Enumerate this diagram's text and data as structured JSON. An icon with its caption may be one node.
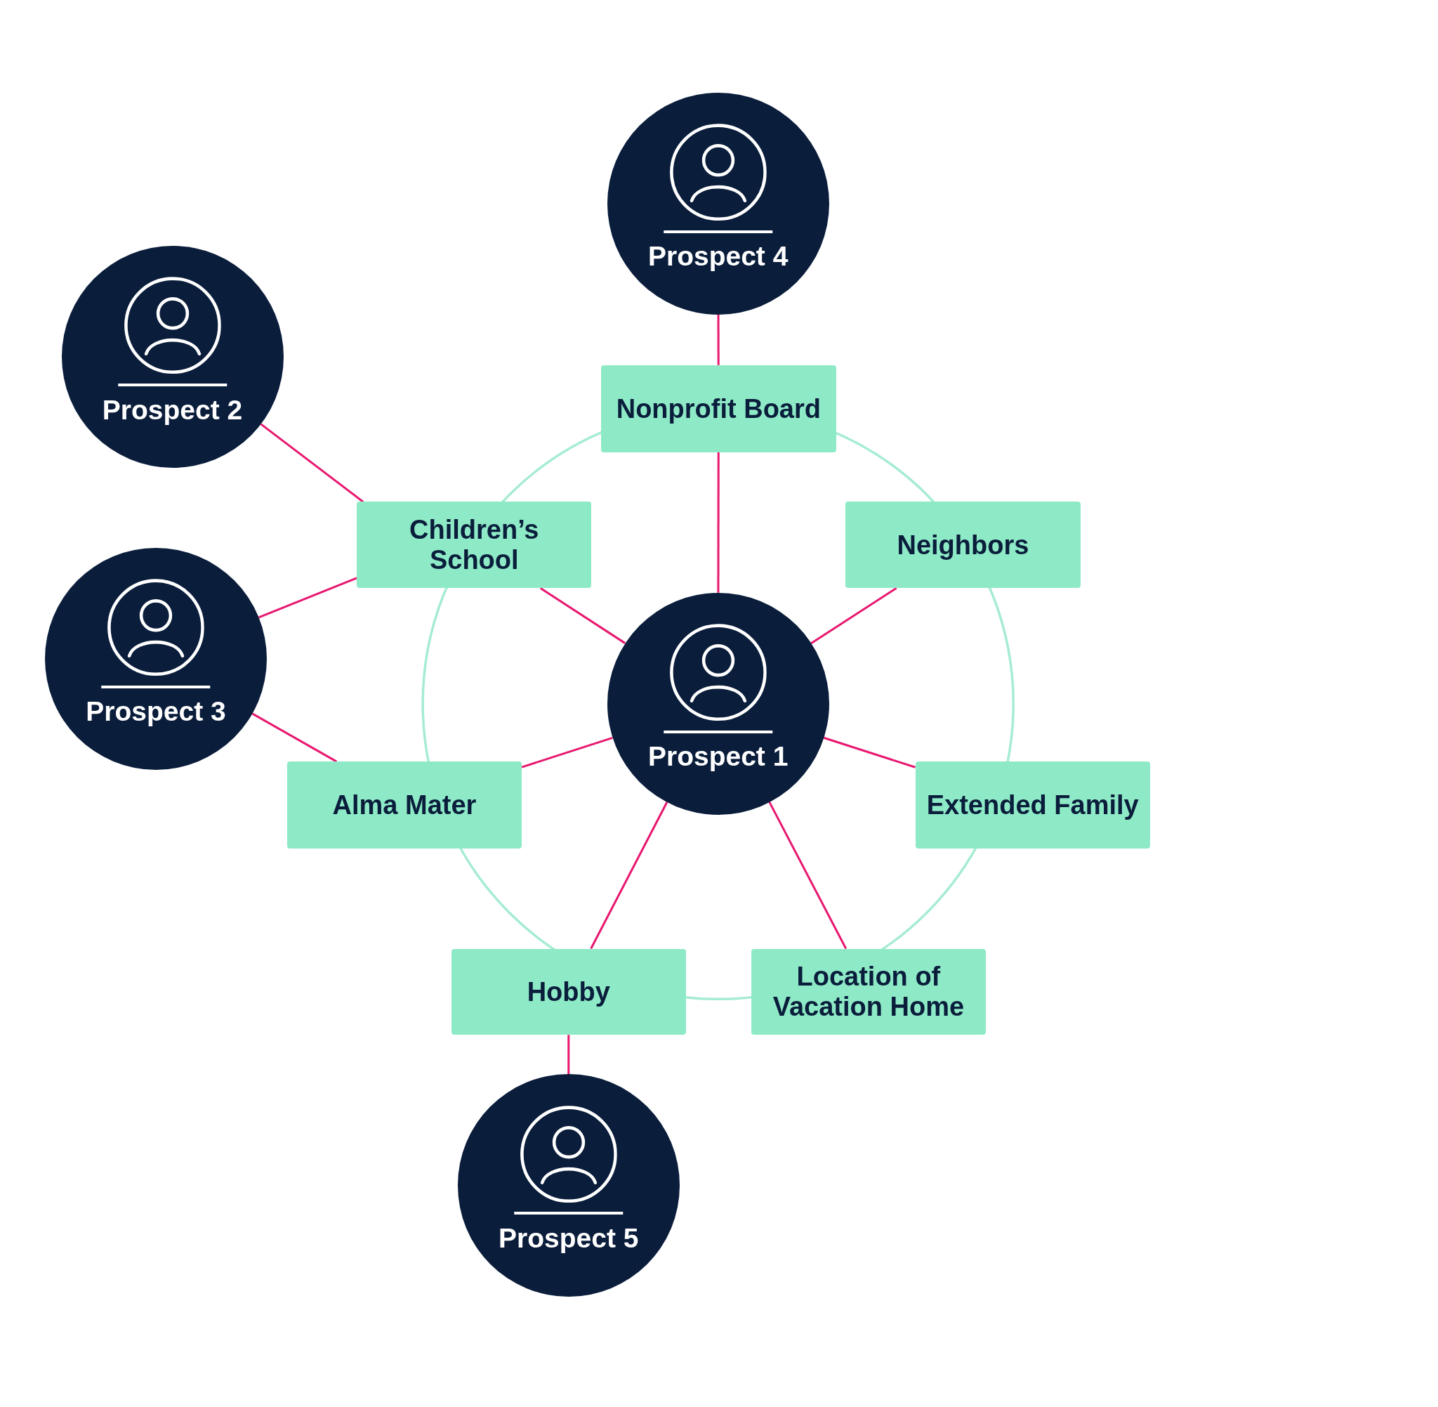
{
  "diagram": {
    "nodes": [
      {
        "text": [
          "Prospect 4"
        ]
      },
      {
        "text": [
          "Prospect 2"
        ]
      },
      {
        "text": [
          "Nonprofit Board"
        ]
      },
      {
        "text": [
          "Children’s School"
        ]
      },
      {
        "text": [
          "Neighbors"
        ]
      },
      {
        "text": [
          "Prospect 3"
        ]
      },
      {
        "text": [
          "Prospect 1"
        ]
      },
      {
        "text": [
          "Alma Mater"
        ]
      },
      {
        "text": [
          "Extended Family"
        ]
      },
      {
        "text": [
          "Hobby"
        ]
      },
      {
        "text": [
          "Location of Vacation Home"
        ]
      },
      {
        "text": [
          "Prospect 5"
        ]
      }
    ],
    "edges": [
      {
        "from": 0,
        "to": 2,
        "arrow": "none"
      },
      {
        "from": 1,
        "to": 3,
        "arrow": "none"
      },
      {
        "from": 2,
        "to": 6,
        "arrow": "none"
      },
      {
        "from": 3,
        "to": 6,
        "arrow": "none"
      },
      {
        "from": 4,
        "to": 6,
        "arrow": "none"
      },
      {
        "from": 5,
        "to": 3,
        "arrow": "none"
      },
      {
        "from": 5,
        "to": 7,
        "arrow": "none"
      },
      {
        "from": 7,
        "to": 6,
        "arrow": "none"
      },
      {
        "from": 6,
        "to": 8,
        "arrow": "none"
      },
      {
        "from": 9,
        "to": 6,
        "arrow": "none"
      },
      {
        "from": 10,
        "to": 6,
        "arrow": "none"
      },
      {
        "from": 9,
        "to": 11,
        "arrow": "none"
      }
    ]
  }
}
